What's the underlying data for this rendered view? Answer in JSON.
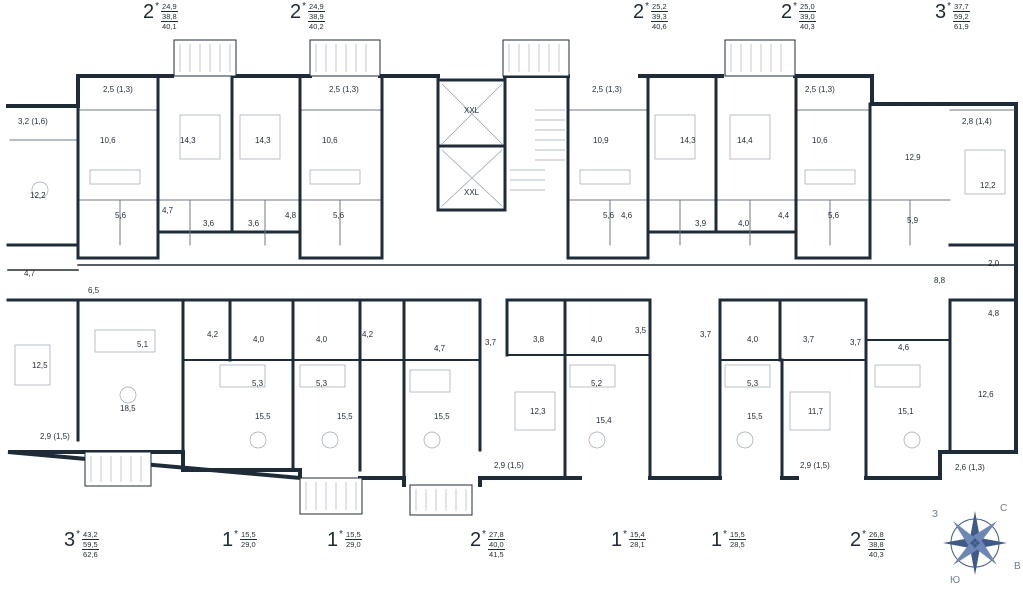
{
  "colors": {
    "wall": "#1e2b38",
    "line": "#9aa6b2",
    "compass": "#3e5a8a"
  },
  "apartments_top": [
    {
      "rooms": "2",
      "areas": [
        "24,9",
        "38,8",
        "40,1"
      ]
    },
    {
      "rooms": "2",
      "areas": [
        "24,9",
        "38,9",
        "40,2"
      ]
    },
    {
      "rooms": "2",
      "areas": [
        "25,2",
        "39,3",
        "40,6"
      ]
    },
    {
      "rooms": "2",
      "areas": [
        "25,0",
        "39,0",
        "40,3"
      ]
    },
    {
      "rooms": "3",
      "areas": [
        "37,7",
        "59,2",
        "61,9"
      ]
    }
  ],
  "apartments_bottom": [
    {
      "rooms": "3",
      "areas": [
        "43,2",
        "59,5",
        "62,6"
      ]
    },
    {
      "rooms": "1",
      "areas": [
        "15,5",
        "29,0"
      ]
    },
    {
      "rooms": "1",
      "areas": [
        "15,5",
        "29,0"
      ]
    },
    {
      "rooms": "2",
      "areas": [
        "27,8",
        "40,0",
        "41,5"
      ]
    },
    {
      "rooms": "1",
      "areas": [
        "15,4",
        "28,1"
      ]
    },
    {
      "rooms": "1",
      "areas": [
        "15,5",
        "28,5"
      ]
    },
    {
      "rooms": "2",
      "areas": [
        "26,8",
        "38,8",
        "40,3"
      ]
    }
  ],
  "star": "*",
  "elevator_label": "XXL",
  "room_labels": [
    "2,5 (1,3)",
    "2,5 (1,3)",
    "2,5 (1,3)",
    "2,5 (1,3)",
    "3,2 (1,6)",
    "2,8 (1,4)",
    "10,6",
    "14,3",
    "14,3",
    "10,6",
    "10,9",
    "14,3",
    "14,4",
    "10,6",
    "12,9",
    "12,2",
    "12,2",
    "5,6",
    "5,6",
    "5,6",
    "5,6",
    "5,9",
    "4,7",
    "4,8",
    "4,6",
    "4,4",
    "3,6",
    "3,6",
    "3,9",
    "4,0",
    "4,7",
    "6,5",
    "2,0",
    "8,8",
    "4,2",
    "4,0",
    "4,0",
    "4,2",
    "4,7",
    "3,7",
    "3,8",
    "4,0",
    "3,5",
    "3,7",
    "4,0",
    "3,7",
    "3,7",
    "4,6",
    "4,8",
    "5,1",
    "5,3",
    "5,3",
    "5,2",
    "5,3",
    "12,5",
    "18,5",
    "15,5",
    "15,5",
    "15,5",
    "12,3",
    "15,4",
    "15,5",
    "11,7",
    "15,1",
    "12,6",
    "2,9 (1,5)",
    "2,9 (1,5)",
    "2,9 (1,5)",
    "2,6 (1,3)"
  ],
  "compass": {
    "w": "З",
    "n": "С",
    "s": "Ю",
    "e": "В"
  }
}
